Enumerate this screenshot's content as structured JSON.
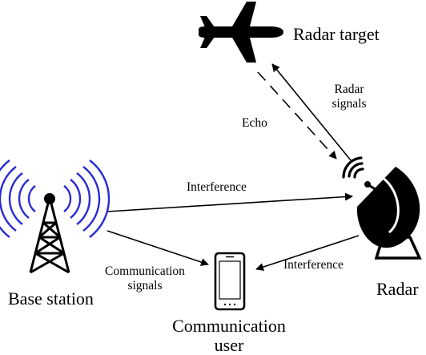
{
  "labels": {
    "radar_target": "Radar target",
    "radar_signals_line1": "Radar",
    "radar_signals_line2": "signals",
    "echo": "Echo",
    "interference_top": "Interference",
    "interference_bottom": "Interference",
    "comm_signals_line1": "Communication",
    "comm_signals_line2": "signals",
    "base_station": "Base station",
    "radar": "Radar",
    "comm_user_line1": "Communication",
    "comm_user_line2": "user"
  },
  "icons": {
    "airplane": "airplane-icon",
    "tower": "cell-tower-icon",
    "dish": "radar-dish-icon",
    "phone": "smartphone-icon"
  },
  "colors": {
    "tower_waves": "#2a2ad6",
    "stroke": "#000000"
  }
}
